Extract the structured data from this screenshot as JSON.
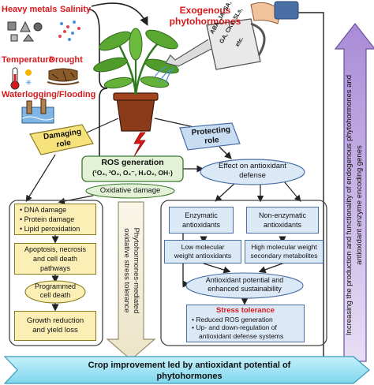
{
  "stressors": {
    "heavy_metals": "Heavy metals",
    "salinity": "Salinity",
    "temperature": "Temperature",
    "drought": "Drought",
    "waterlogging": "Waterlogging/Flooding"
  },
  "exogenous": {
    "line1": "Exogenous",
    "line2": "phytohormones",
    "can_line1": "ABA, JA, SA,",
    "can_line2": "GA, CKs, SLs,",
    "can_line3": "etc."
  },
  "roles": {
    "damaging_line1": "Damaging",
    "damaging_line2": "role",
    "protecting_line1": "Protecting",
    "protecting_line2": "role"
  },
  "ros": {
    "title": "ROS generation",
    "species": "(¹O₂, ³O₂, O₂⁻, H₂O₂, OH·)",
    "oxidative": "Oxidative damage"
  },
  "left_panel": {
    "damage_items": [
      "DNA damage",
      "Protein damage",
      "Lipid peroxidation"
    ],
    "apoptosis": "Apoptosis, necrosis and cell death pathways",
    "pcd_line1": "Programmed",
    "pcd_line2": "cell death",
    "growth_line1": "Growth reduction",
    "growth_line2": "and yield loss"
  },
  "center_arrow": {
    "line1": "Phytohormones-mediated",
    "line2": "oxidative stress tolerance"
  },
  "right_panel": {
    "effect_line1": "Effect on antioxidant",
    "effect_line2": "defense",
    "enzymatic_line1": "Enzymatic",
    "enzymatic_line2": "antioxidants",
    "nonenzymatic_line1": "Non-enzymatic",
    "nonenzymatic_line2": "antioxidants",
    "lowmw_line1": "Low molecular",
    "lowmw_line2": "weight antioxidants",
    "highmw_line1": "High molecular weight",
    "highmw_line2": "secondary metabolites",
    "potential_line1": "Antioxidant potential and",
    "potential_line2": "enhanced sustainability",
    "stress_title": "Stress tolerance",
    "stress_item1": "Reduced ROS generation",
    "stress_item2_line1": "Up- and down-regulation of",
    "stress_item2_line2": "antioxidant defense systems"
  },
  "side_arrow": {
    "line1": "Increasing the production and functionality of endogenous phytohormones and",
    "line2": "antioxidant enzyme encoding genes"
  },
  "bottom": {
    "line1": "Crop improvement led by antioxidant potential of",
    "line2": "phytohormones"
  },
  "colors": {
    "stress_red": "#d7191c",
    "purple_arrow": "#c9b3e6",
    "damaging_yellow": "#f6e27a",
    "protecting_blue": "#c8dcf2",
    "ros_green": "#e3f1d6",
    "box_yellow": "#fbefb5",
    "box_blue": "#dbe8f6",
    "box_green": "#e3f1d6",
    "bottom_cyan": "#9fe3f3"
  }
}
